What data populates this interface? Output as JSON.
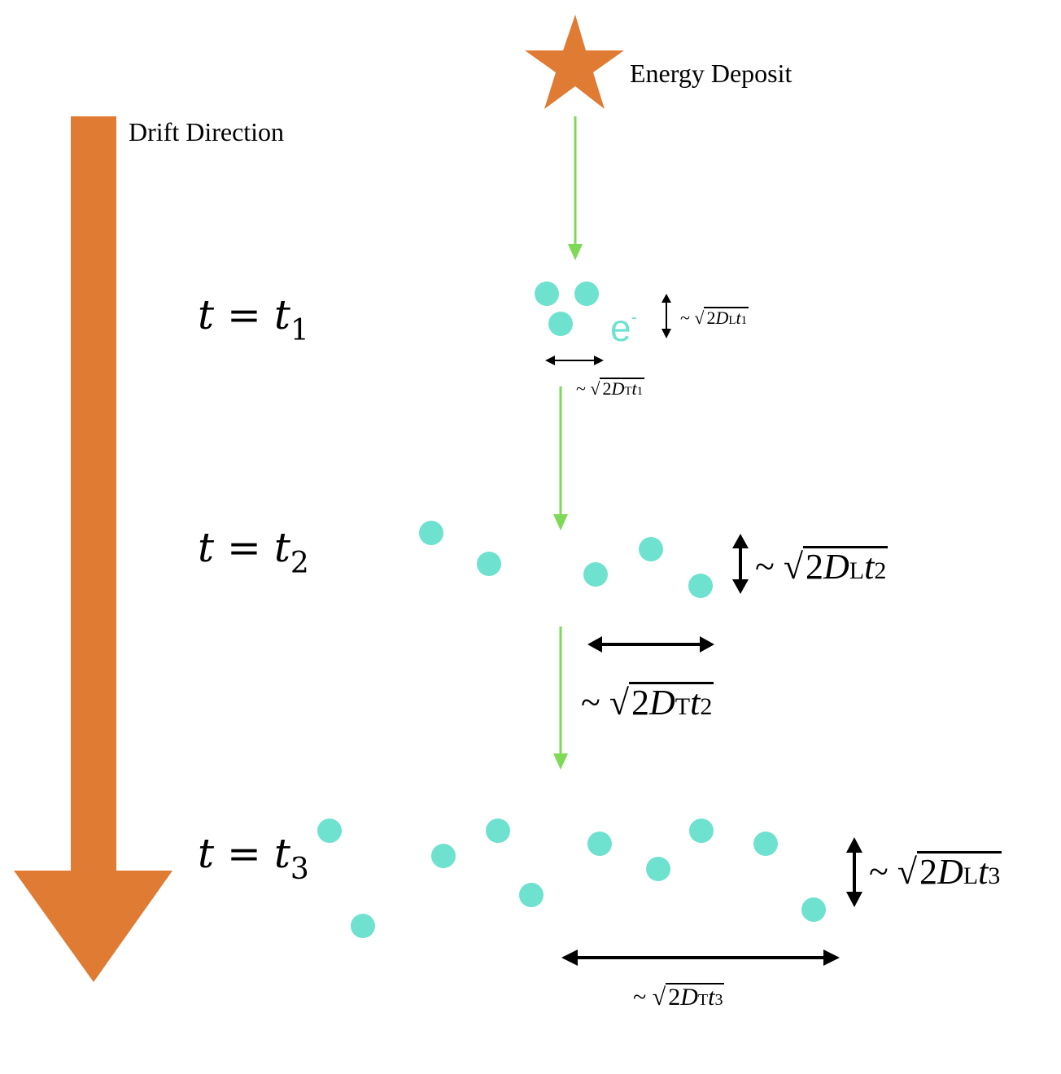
{
  "labels": {
    "energy_deposit": "Energy Deposit",
    "drift_direction": "Drift Direction",
    "electron": "e",
    "electron_charge": "-"
  },
  "times": [
    {
      "var": "t",
      "eq": "=",
      "sym": "t",
      "index": "1"
    },
    {
      "var": "t",
      "eq": "=",
      "sym": "t",
      "index": "2"
    },
    {
      "var": "t",
      "eq": "=",
      "sym": "t",
      "index": "3"
    }
  ],
  "spreads": {
    "longitudinal_1": {
      "tilde": "~",
      "coef": "2",
      "D": "D",
      "sub": "L",
      "t": "t",
      "tsub": "1"
    },
    "transverse_1": {
      "tilde": "~",
      "coef": "2",
      "D": "D",
      "sub": "T",
      "t": "t",
      "tsub": "1"
    },
    "longitudinal_2": {
      "tilde": "~",
      "coef": "2",
      "D": "D",
      "sub": "L",
      "t": "t",
      "tsub": "2"
    },
    "transverse_2": {
      "tilde": "~",
      "coef": "2",
      "D": "D",
      "sub": "T",
      "t": "t",
      "tsub": "2"
    },
    "longitudinal_3": {
      "tilde": "~",
      "coef": "2",
      "D": "D",
      "sub": "L",
      "t": "t",
      "tsub": "3"
    },
    "transverse_3": {
      "tilde": "~",
      "coef": "2",
      "D": "D",
      "sub": "T",
      "t": "t",
      "tsub": "3"
    }
  },
  "colors": {
    "orange": "#e07b33",
    "electron": "#6ee2cf",
    "green_arrow": "#7ed957",
    "black": "#000000"
  }
}
